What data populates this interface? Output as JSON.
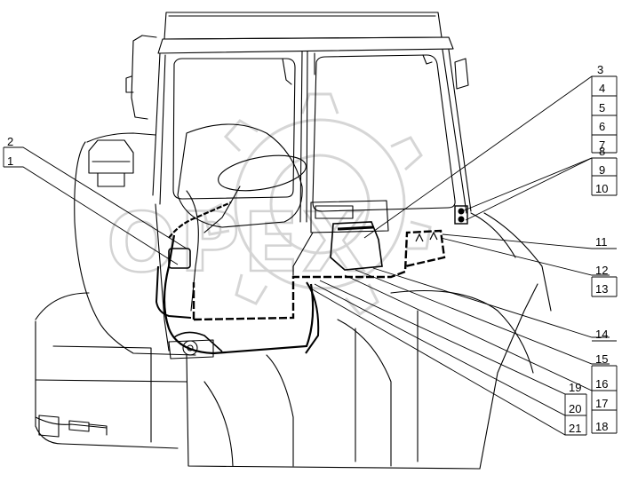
{
  "corner_mark": "",
  "watermark": {
    "text": "OPEX"
  },
  "callouts_left": [
    {
      "num": "2"
    },
    {
      "num": "1"
    }
  ],
  "callouts_right_top": [
    {
      "num": "3"
    },
    {
      "num": "4"
    },
    {
      "num": "5"
    },
    {
      "num": "6"
    },
    {
      "num": "7"
    }
  ],
  "callouts_right_mid": [
    {
      "num": "8"
    },
    {
      "num": "9"
    },
    {
      "num": "10"
    }
  ],
  "callouts_right_low": [
    {
      "num": "11"
    },
    {
      "num": "12"
    },
    {
      "num": "13"
    }
  ],
  "callouts_bottom_right": [
    {
      "num": "14"
    },
    {
      "num": "15"
    },
    {
      "num": "16"
    },
    {
      "num": "17"
    },
    {
      "num": "18"
    }
  ],
  "callouts_bottom_mid": [
    {
      "num": "19"
    },
    {
      "num": "20"
    },
    {
      "num": "21"
    }
  ]
}
